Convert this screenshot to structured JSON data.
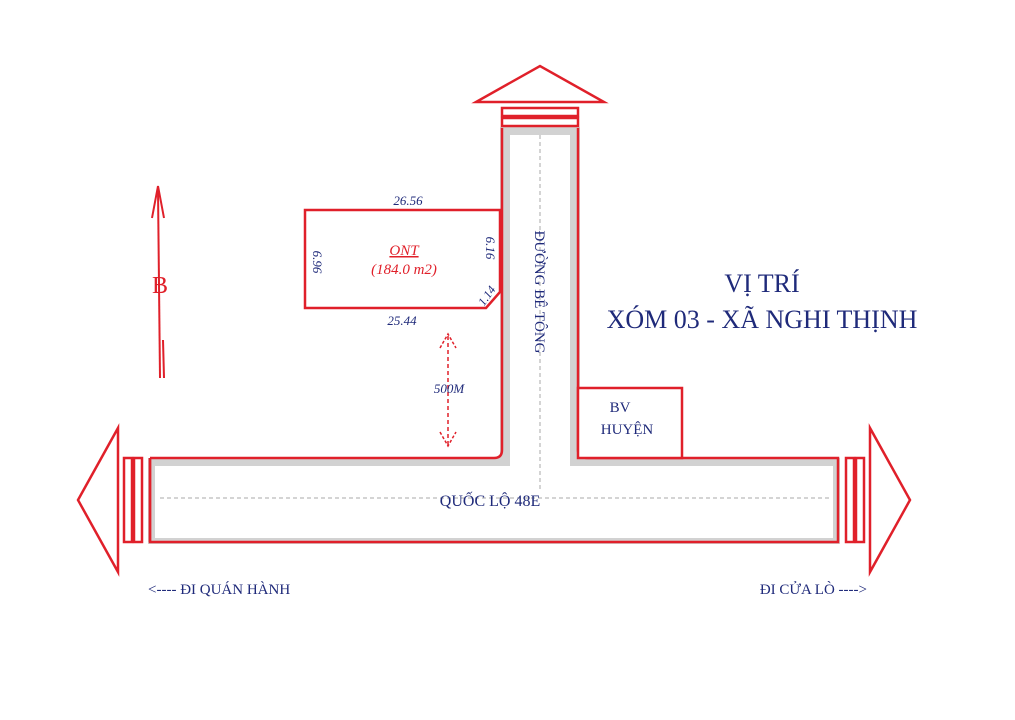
{
  "title": {
    "line1": "VỊ TRÍ",
    "line2": "XÓM 03 - XÃ NGHI THỊNH"
  },
  "north": {
    "label": "B"
  },
  "parcel": {
    "land_type": "ONT",
    "area": "(184.0 m2)",
    "edge_top": "26.56",
    "edge_bottom": "25.44",
    "edge_left": "6.96",
    "edge_right": "6.16",
    "edge_corner": "1.14"
  },
  "distance_label": "500M",
  "roads": {
    "vertical_road": "ĐƯỜNG BÊ TÔNG",
    "main_road": "QUỐC LỘ 48E"
  },
  "hospital": {
    "line1": "BV",
    "line2": "HUYỆN"
  },
  "directions": {
    "left": "<---- ĐI QUÁN HÀNH",
    "right": "ĐI CỬA LÒ ---->"
  },
  "colors": {
    "outline": "#e0202a",
    "road_fill": "#d2d2d2",
    "text": "#1f2a7a"
  }
}
